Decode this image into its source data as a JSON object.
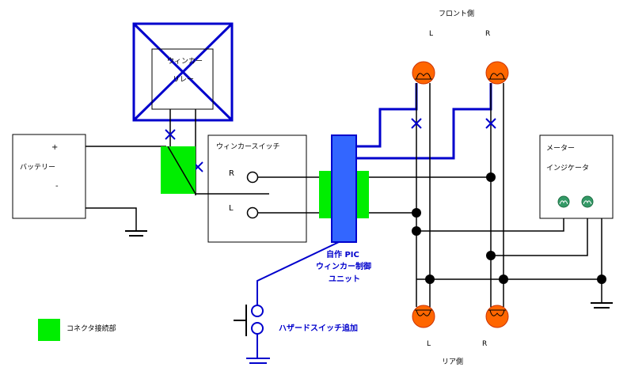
{
  "labels": {
    "front": "フロント側",
    "rear": "リア側",
    "front_l": "L",
    "front_r": "R",
    "rear_l": "L",
    "rear_r": "R",
    "battery": "バッテリー",
    "battery_plus": "+",
    "battery_minus": "-",
    "relay_line1": "ウィンカー",
    "relay_line2": "リレー",
    "switch_title": "ウィンカースイッチ",
    "switch_r": "R",
    "switch_l": "L",
    "meter_line1": "メーター",
    "meter_line2": "インジケータ",
    "pic_line1": "自作 PIC",
    "pic_line2": "ウィンカー制御",
    "pic_line3": "ユニット",
    "hazard": "ハザードスイッチ追加",
    "legend": "コネクタ接続部"
  },
  "colors": {
    "wire": "#000000",
    "added_wire": "#0000cc",
    "pic_unit": "#3366ff",
    "connector": "#00ee00",
    "lamp": "#ff6600",
    "indicator": "#339966",
    "removed_mark": "#0000cc"
  }
}
